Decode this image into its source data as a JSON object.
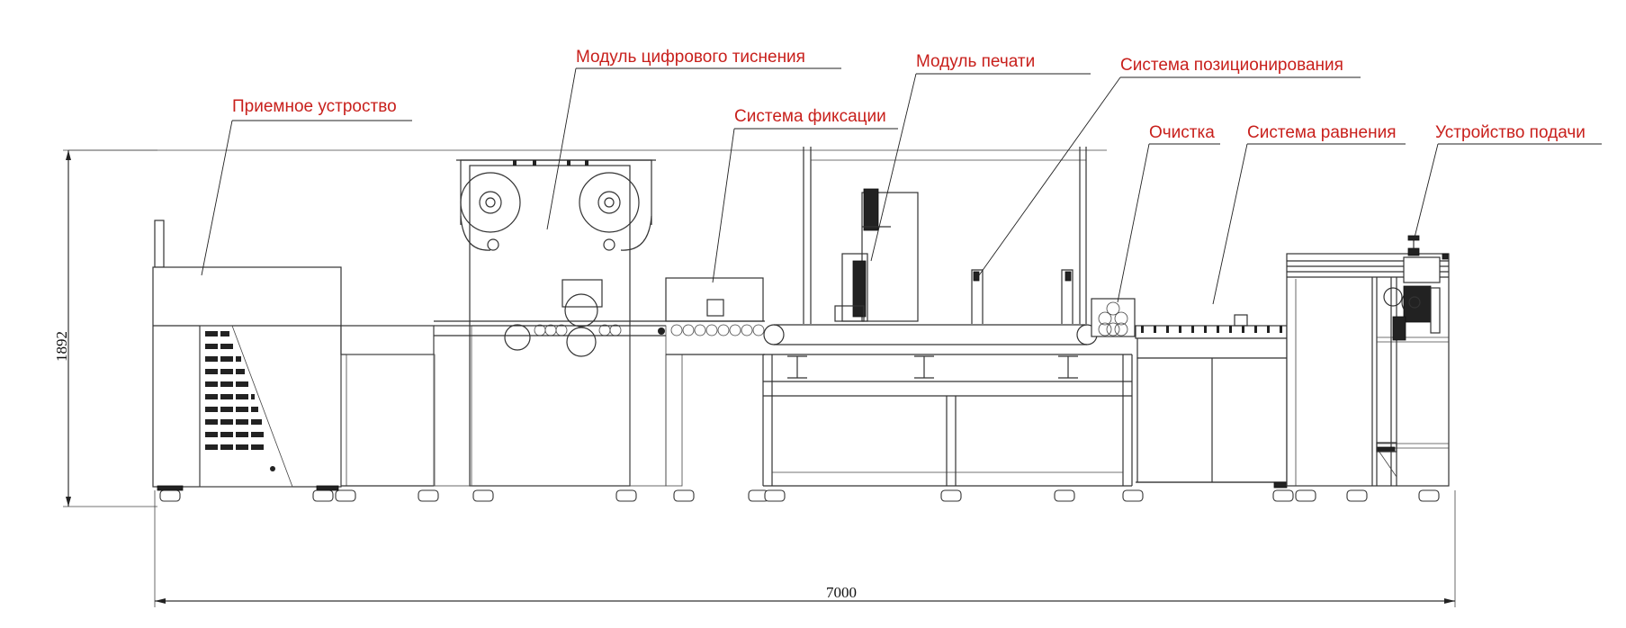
{
  "labels": {
    "receiving": "Приемное устроство",
    "embossing": "Модуль цифрового тиснения",
    "printing": "Модуль печати",
    "positioning": "Система позиционирования",
    "fixation": "Система фиксации",
    "cleaning": "Очистка",
    "alignment": "Система равнения",
    "feeder": "Устройство подачи"
  },
  "dimensions": {
    "height": "1892",
    "length": "7000"
  },
  "colors": {
    "label": "#c8201c",
    "line": "#333333"
  }
}
